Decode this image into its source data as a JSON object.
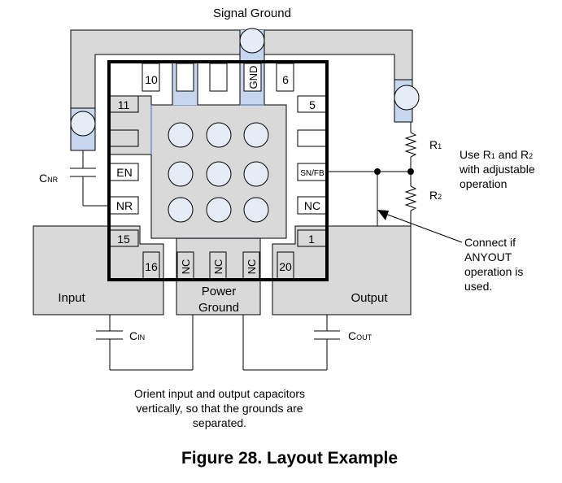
{
  "figure": {
    "caption": "Figure 28.  Layout Example",
    "signal_ground_label": "Signal Ground",
    "power_ground_label_line1": "Power",
    "power_ground_label_line2": "Ground",
    "input_label": "Input",
    "output_label": "Output",
    "pins": {
      "p10": "10",
      "gnd": "GND",
      "p6": "6",
      "p11": "11",
      "p5": "5",
      "en": "EN",
      "nr": "NR",
      "snfb": "SN/FB",
      "nc_right": "NC",
      "p15": "15",
      "p1": "1",
      "p16": "16",
      "p20": "20",
      "nc_bottom": [
        "NC",
        "NC",
        "NC"
      ]
    },
    "components": {
      "cnr": {
        "main": "C",
        "sub": "NR"
      },
      "cin": {
        "main": "C",
        "sub": "IN"
      },
      "cout": {
        "main": "C",
        "sub": "OUT"
      },
      "r1": {
        "main": "R",
        "sub": "1"
      },
      "r2": {
        "main": "R",
        "sub": "2"
      }
    },
    "notes": {
      "adjustable": {
        "line1_a": "Use R",
        "line1_sub1": "1",
        "line1_b": " and R",
        "line1_sub2": "2",
        "line2": "with adjustable",
        "line3": "operation"
      },
      "anyout": [
        "Connect if",
        "ANYOUT",
        "operation is",
        "used."
      ],
      "orient": [
        "Orient input and output capacitors",
        "vertically, so that the grounds are",
        "separated."
      ]
    },
    "colors": {
      "copper": "#d9d9d9",
      "via_pad": "#c6d6ec",
      "via": "#e6ecf6",
      "pad_edge": "#6f8fbf"
    }
  }
}
